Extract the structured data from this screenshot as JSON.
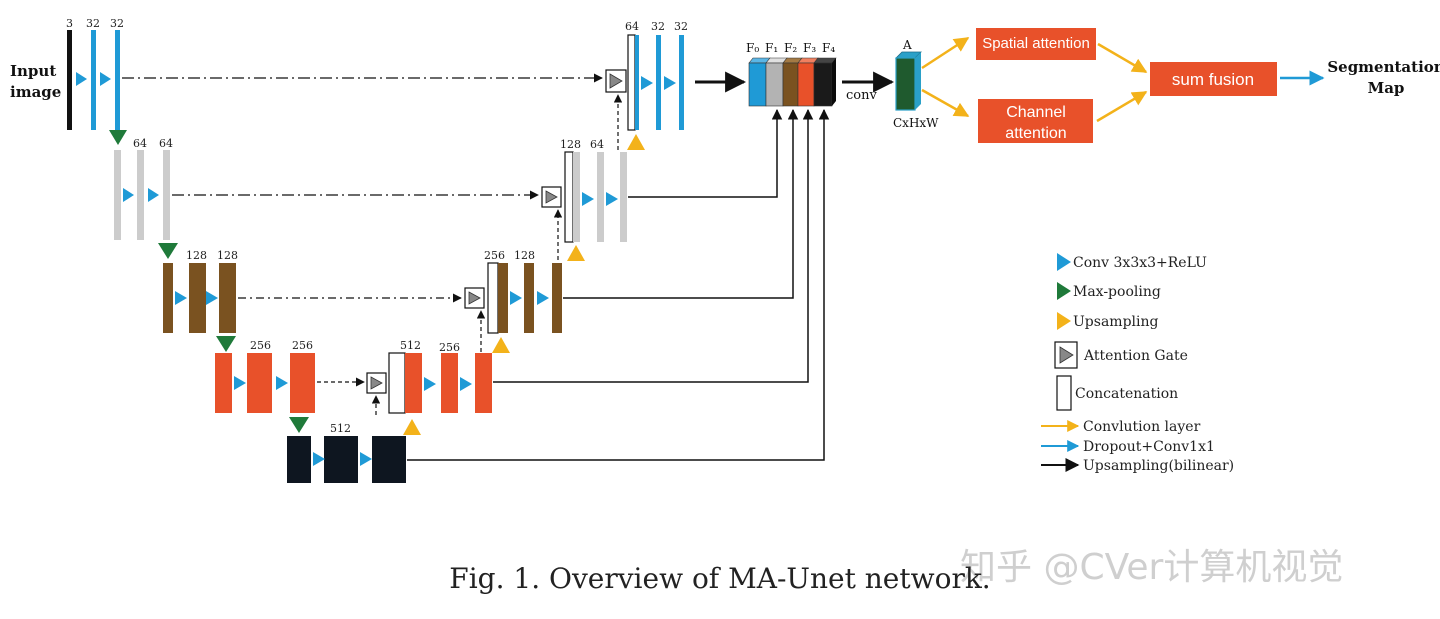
{
  "input_label": [
    "Input",
    "image"
  ],
  "output_label": [
    "Segmentation",
    "Map"
  ],
  "channels": {
    "l1_in": "3",
    "l1_a": "32",
    "l1_b": "32",
    "l2_a": "64",
    "l2_b": "64",
    "l3_a": "128",
    "l3_b": "128",
    "l4_a": "256",
    "l4_b": "256",
    "l5": "512",
    "d4_cat": "512",
    "d4_out": "256",
    "d3_cat": "256",
    "d3_out": "128",
    "d2_cat": "128",
    "d2_out": "64",
    "d1_cat": "64",
    "d1_a": "32",
    "d1_b": "32"
  },
  "fusion": {
    "features": [
      "F₀",
      "F₁",
      "F₂",
      "F₃",
      "F₄"
    ],
    "conv_label": "conv",
    "a_label": "A",
    "shape_label": "CxHxW",
    "spatial": "Spatial attention",
    "channel": [
      "Channel",
      "attention"
    ],
    "sum": "sum fusion"
  },
  "legend": {
    "conv": "Conv 3x3x3+ReLU",
    "maxpool": "Max-pooling",
    "upsample": "Upsampling",
    "attention_gate": "Attention Gate",
    "concat": "Concatenation",
    "conv_layer": "Convlution layer",
    "dropout": "Dropout+Conv1x1",
    "bilinear": "Upsampling(bilinear)"
  },
  "colors": {
    "level1": "#1f9ad6",
    "level2": "#cccccc",
    "level3": "#7a5220",
    "level4": "#e8512a",
    "level5": "#0e1620",
    "conv_arrow": "#1f9ad6",
    "maxpool_arrow": "#1f7a3a",
    "upsample_arrow": "#f3b21a",
    "fusion_box": "#e8512a",
    "a_block": "#1f5a2e"
  },
  "caption": "Fig. 1. Overview of MA-Unet network.",
  "watermark": "知乎 @CVer计算机视觉"
}
